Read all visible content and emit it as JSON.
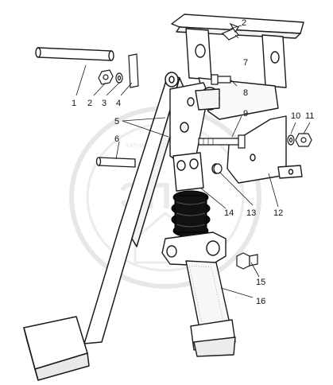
{
  "diagram": {
    "callouts": [
      "1",
      "2",
      "3",
      "4",
      "5",
      "6",
      "7",
      "8",
      "9",
      "10",
      "11",
      "12",
      "13",
      "14",
      "15",
      "16"
    ],
    "extra_callouts": {
      "bracket_2": "2"
    },
    "watermark": {
      "logo_text": "ЭПЛ",
      "caption": "ЗАПЧАСТИ ДЛЯ СПЕЦТЕХНИКИ"
    },
    "colors": {
      "line": "#1a1a1a",
      "boot": "#111111",
      "watermark": "#c8c8c8"
    }
  }
}
